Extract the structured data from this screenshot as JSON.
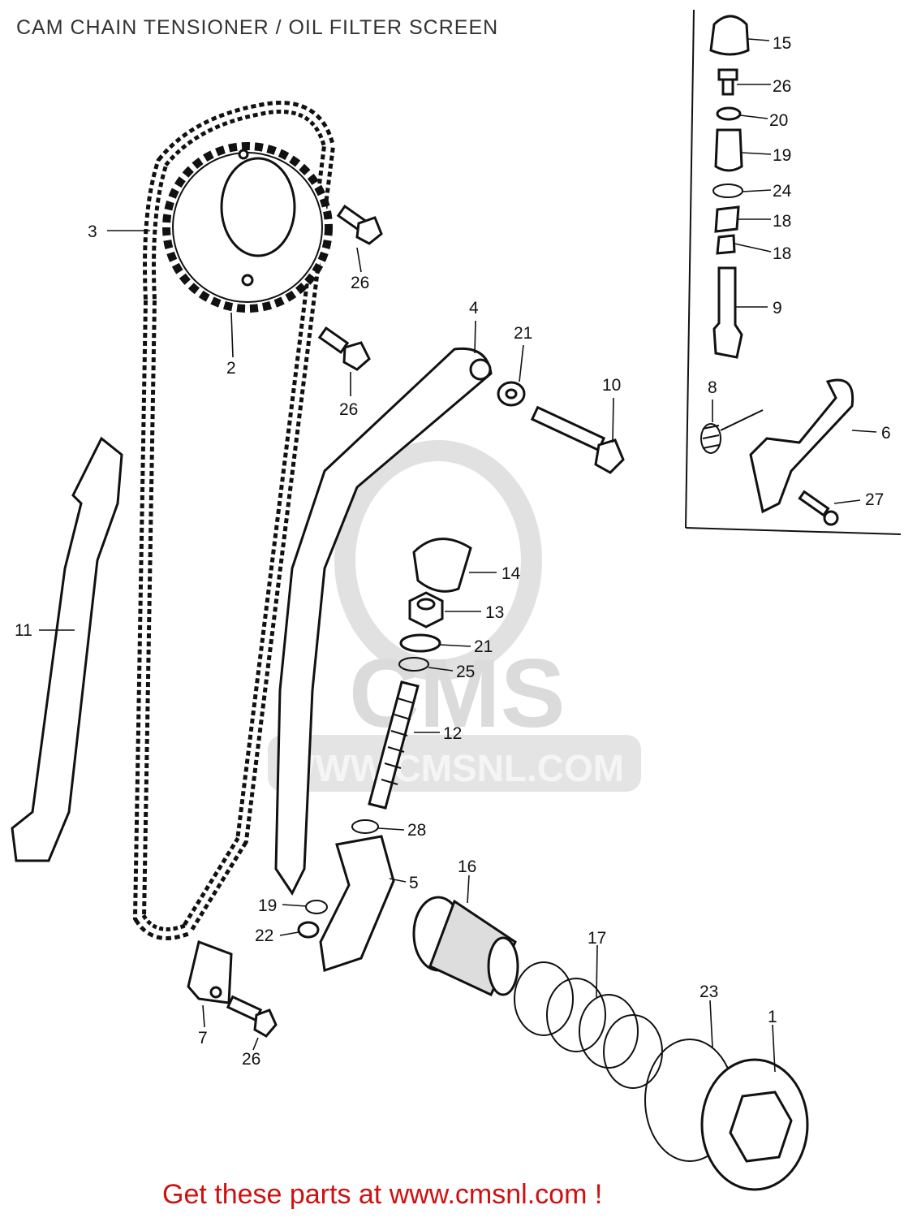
{
  "title": "CAM CHAIN TENSIONER / OIL FILTER SCREEN",
  "footer": "Get these parts at www.cmsnl.com !",
  "watermark": {
    "logo": "CMS",
    "url": "WWW.CMSNL.COM"
  },
  "callouts": {
    "c15": "15",
    "c26a": "26",
    "c20": "20",
    "c19a": "19",
    "c24": "24",
    "c18a": "18",
    "c18b": "18",
    "c9": "9",
    "c8": "8",
    "c6": "6",
    "c27": "27",
    "c3": "3",
    "c26b": "26",
    "c2": "2",
    "c4": "4",
    "c21a": "21",
    "c10": "10",
    "c26c": "26",
    "c11": "11",
    "c14": "14",
    "c13": "13",
    "c21b": "21",
    "c25": "25",
    "c12": "12",
    "c28": "28",
    "c5": "5",
    "c16": "16",
    "c19b": "19",
    "c22": "22",
    "c17": "17",
    "c23": "23",
    "c1": "1",
    "c7": "7",
    "c26d": "26"
  }
}
